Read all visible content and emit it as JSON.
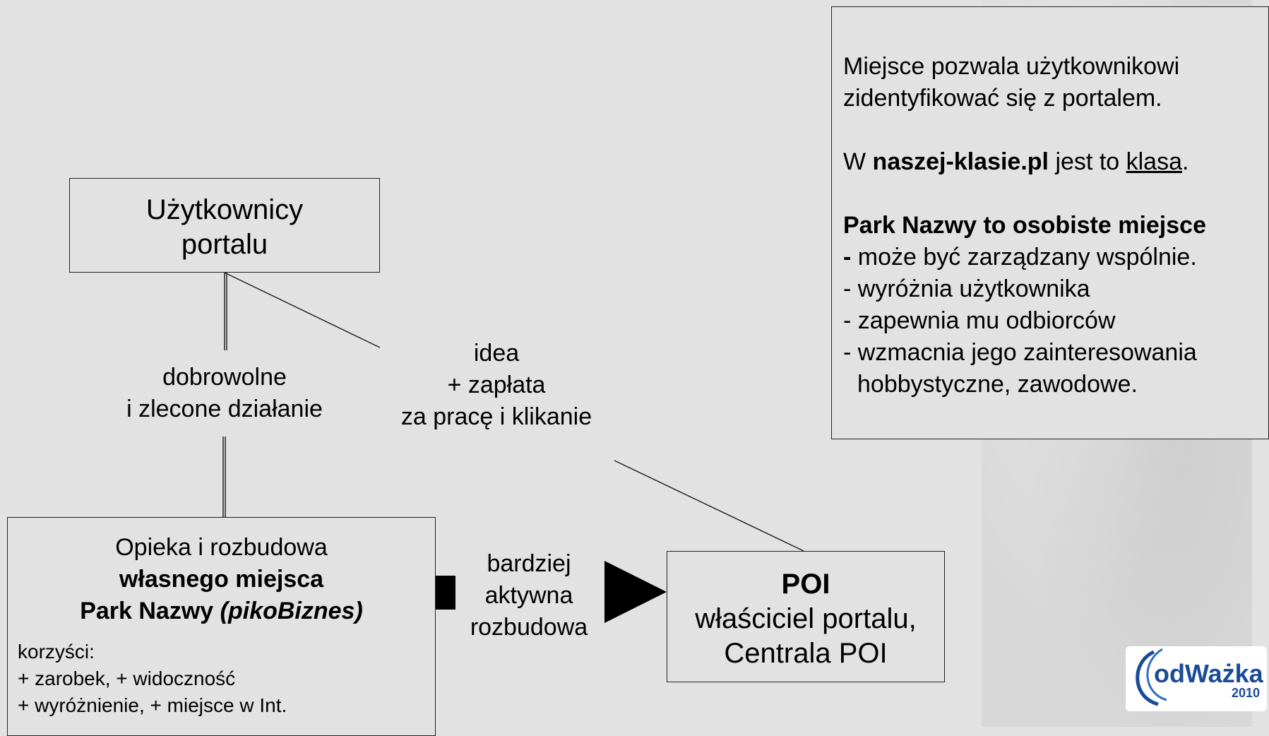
{
  "users_box": {
    "line1": "Użytkownicy",
    "line2": "portalu"
  },
  "label_voluntary": {
    "line1": "dobrowolne",
    "line2": "i zlecone działanie"
  },
  "label_idea": {
    "line1": "idea",
    "line2": "+ zapłata",
    "line3": "za pracę i klikanie"
  },
  "park_box": {
    "line1": "Opieka i rozbudowa",
    "line2": "własnego miejsca",
    "line3_bold": "Park Nazwy ",
    "line3_italic": "(pikoBiznes)",
    "benefits_title": "korzyści:",
    "benefit1": "+ zarobek, + widoczność",
    "benefit2": "+ wyróżnienie, + miejsce w Int."
  },
  "label_active": {
    "line1": "bardziej",
    "line2": "aktywna",
    "line3": "rozbudowa"
  },
  "poi_box": {
    "title": "POI",
    "line2": "właściciel portalu,",
    "line3": "Centrala POI"
  },
  "info_box": {
    "p1_line1": "Miejsce pozwala użytkownikowi",
    "p1_line2": "zidentyfikować się z portalem.",
    "p2_prefix": "W ",
    "p2_bold": "naszej-klasie.pl",
    "p2_mid": " jest to ",
    "p2_underline": "klasa",
    "p2_suffix": ".",
    "p3_heading": "Park Nazwy to osobiste miejsce",
    "p3_item1_dash": "-",
    "p3_item1": " może być zarządzany wspólnie.",
    "p3_item2": "- wyróżnia użytkownika",
    "p3_item3": "- zapewnia mu odbiorców",
    "p3_item4": "- wzmacnia jego zainteresowania",
    "p3_item4_cont": "hobbystyczne, zawodowe."
  },
  "logo": {
    "text": "odWażka",
    "year": "2010"
  }
}
